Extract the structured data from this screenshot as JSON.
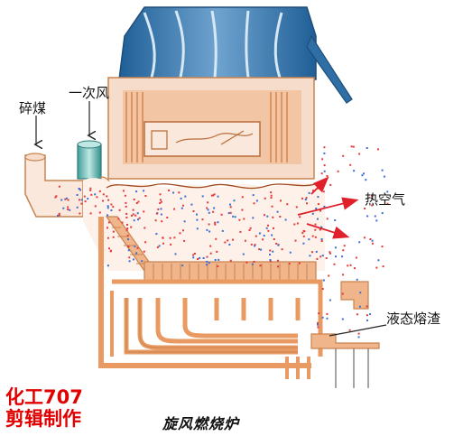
{
  "labels": {
    "coal": "碎煤",
    "primary_air": "一次风",
    "hot_air": "热空气",
    "liquid_slag": "液态熔渣"
  },
  "title": "旋风燃烧炉",
  "watermark": {
    "line1": "化工707",
    "line2": "剪辑制作"
  },
  "colors": {
    "hood_blue": "#2f6fa6",
    "furnace_orange": "#e89a62",
    "furnace_peach": "#f6dccb",
    "particle_red": "#e23a3a",
    "particle_blue": "#3a6fd6",
    "arrow_red": "#e0202a"
  }
}
